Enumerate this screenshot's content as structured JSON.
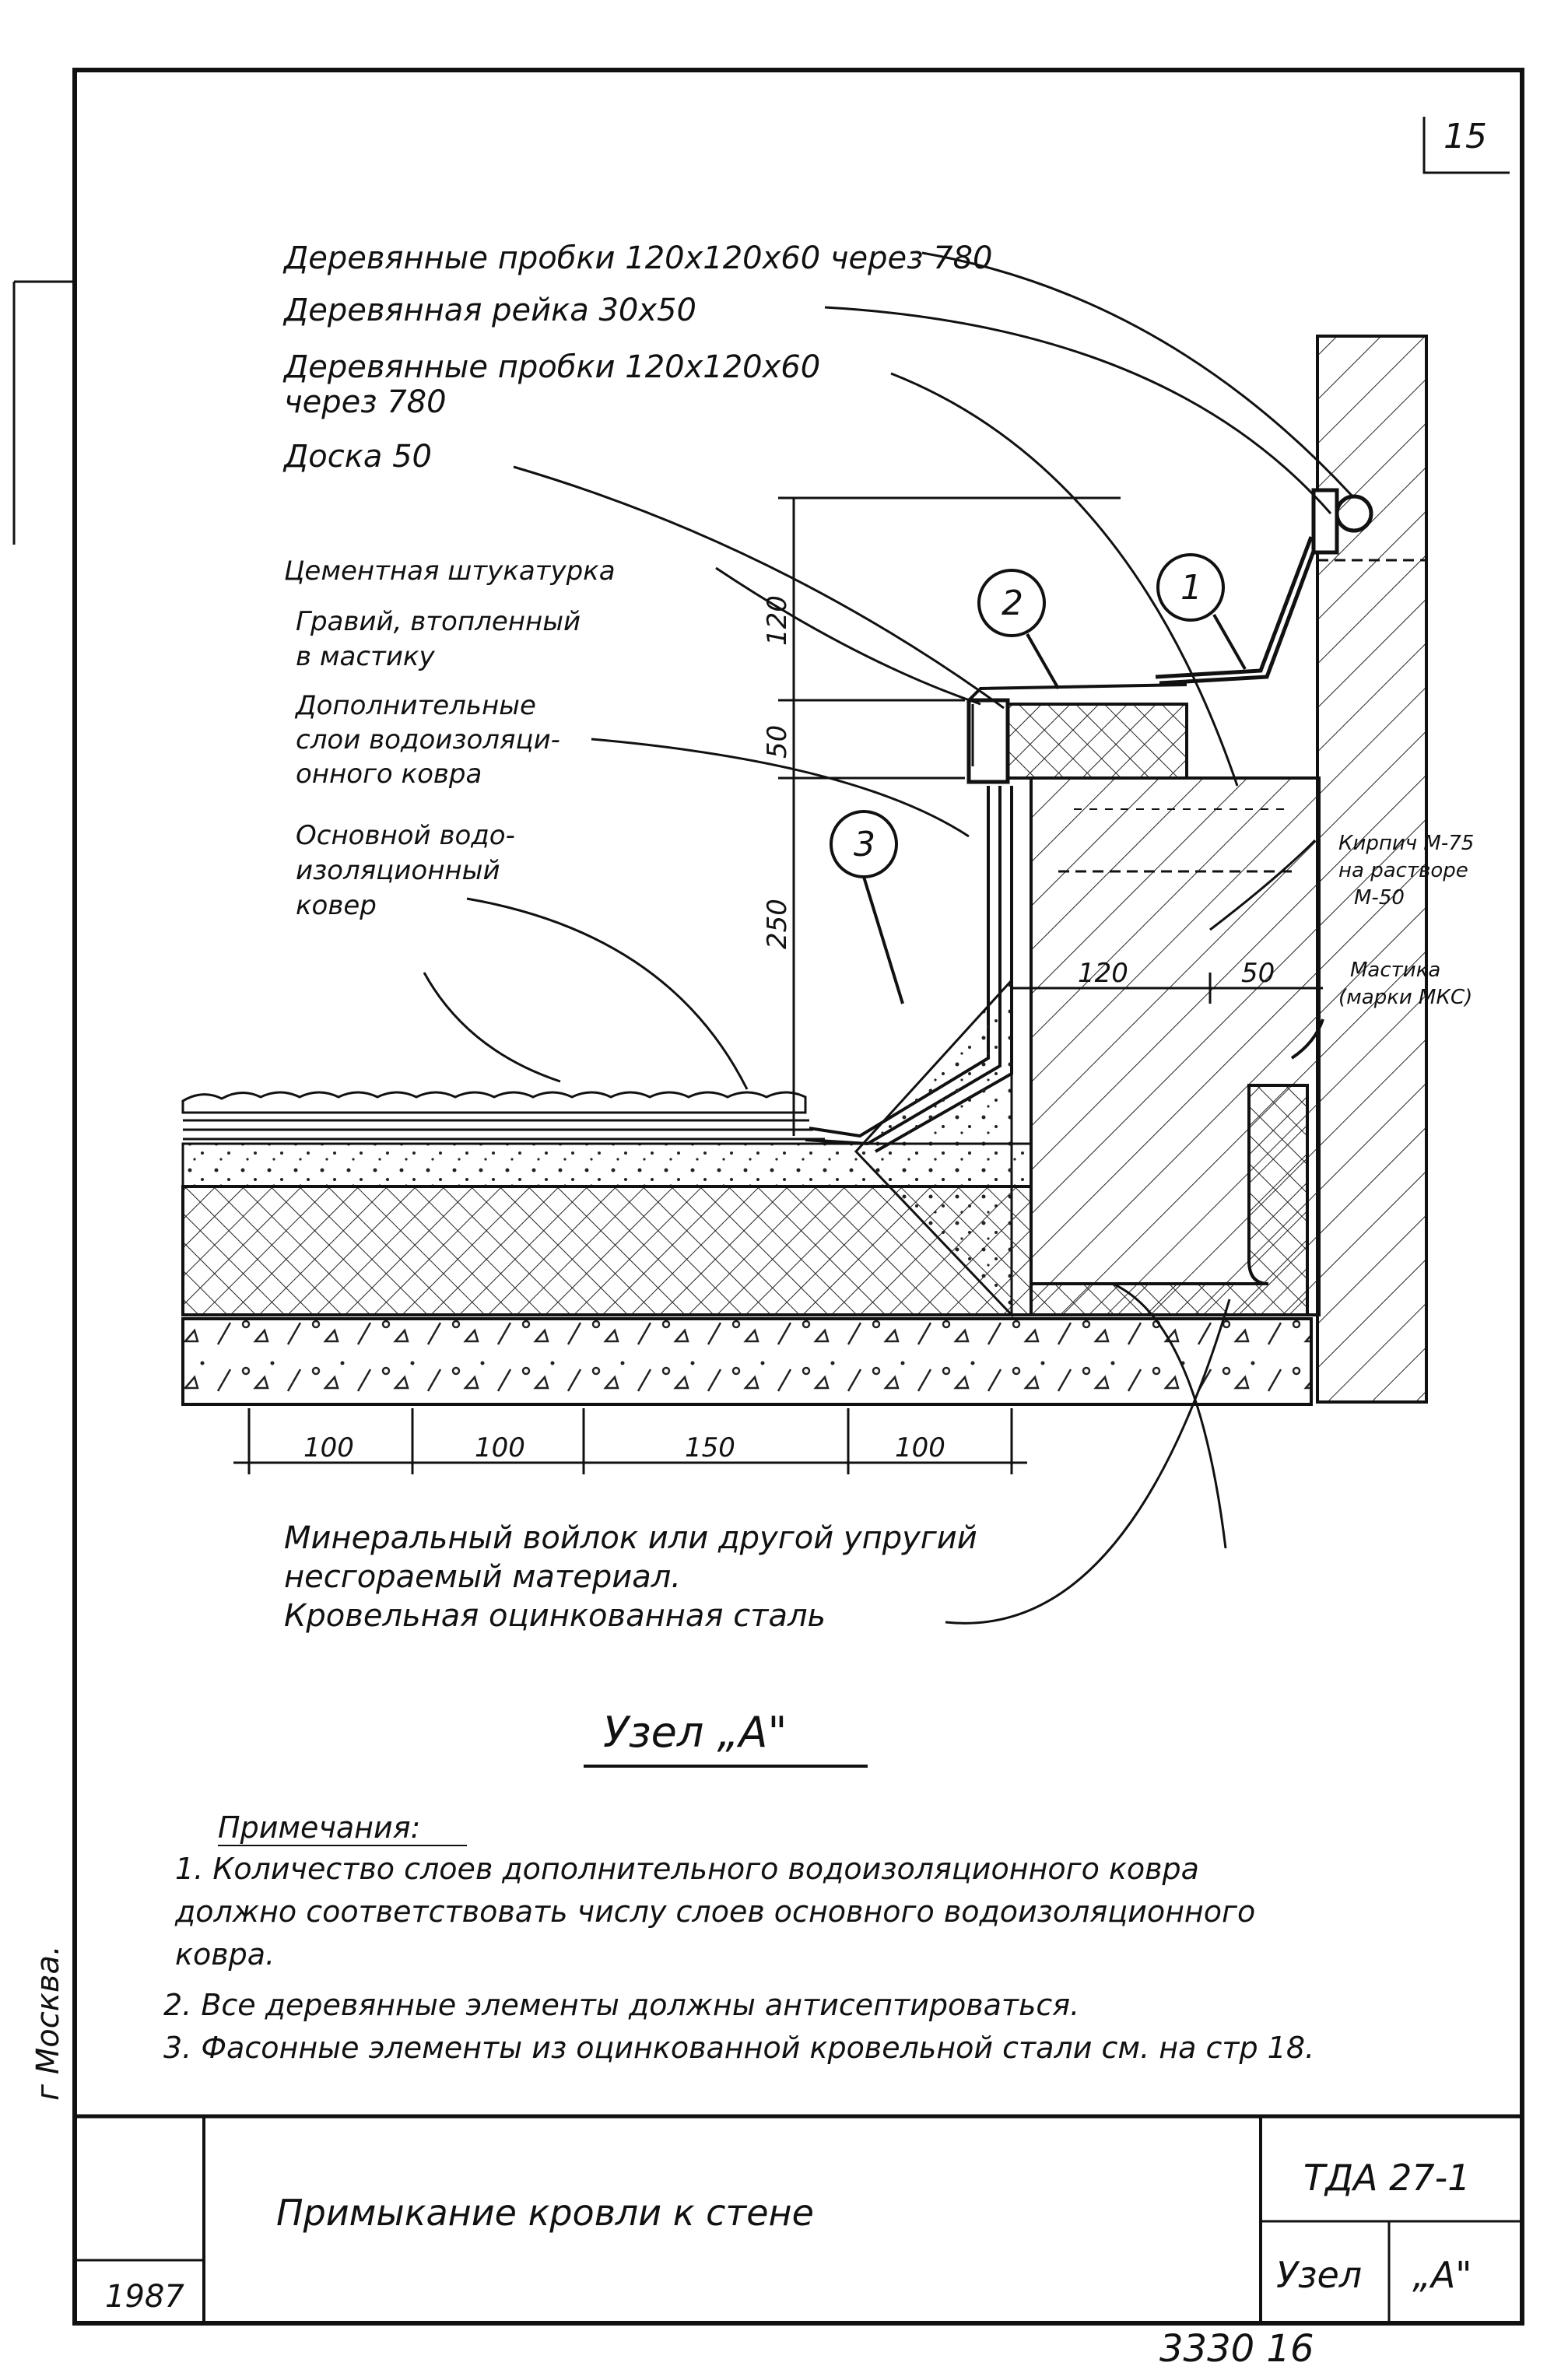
{
  "sheet_number": "15",
  "labels": {
    "wood_plugs_top": "Деревянные пробки 120х120х60 через 780",
    "wood_rail": "Деревянная рейка 30х50",
    "wood_plugs_2_line1": "Деревянные пробки 120х120х60",
    "wood_plugs_2_line2": "через 780",
    "board": "Доска 50",
    "cement_plaster": "Цементная штукатурка",
    "gravel_line1": "Гравий, втопленный",
    "gravel_line2": "в мастику",
    "extra_layers_line1": "Дополнительные",
    "extra_layers_line2": "слои водоизоляци-",
    "extra_layers_line3": "онного ковра",
    "main_carpet_line1": "Основной водо-",
    "main_carpet_line2": "изоляционный",
    "main_carpet_line3": "ковер",
    "brick_line1": "Кирпич М-75",
    "brick_line2": "на растворе",
    "brick_line3": "М-50",
    "mastic_line1": "Мастика",
    "mastic_line2": "(марки МКС)",
    "mineral_line1": "Минеральный войлок или другой упругий",
    "mineral_line2": "несгораемый материал.",
    "roof_steel": "Кровельная оцинкованная сталь"
  },
  "callouts": [
    "1",
    "2",
    "3"
  ],
  "dimensions": {
    "vertical": [
      "120",
      "50",
      "250"
    ],
    "horizontal_wall": [
      "120",
      "50"
    ],
    "bottom": [
      "100",
      "100",
      "150",
      "100"
    ]
  },
  "node_title": "Узел „А\"",
  "notes": {
    "heading": "Примечания:",
    "items": [
      "1. Количество слоев дополнительного водоизоляционного ковра должно соответствовать числу слоев основного водоизоляционного ковра.",
      "2. Все деревянные элементы должны антисептироваться.",
      "3. Фасонные элементы из оцинкованной кровельной стали см. на стр 18."
    ],
    "item1_line1": "1. Количество слоев дополнительного водоизоляционного ковра",
    "item1_line2": "должно соответствовать числу слоев основного водоизоляционного",
    "item1_line3": "ковра.",
    "item2": "2. Все деревянные элементы должны антисептироваться.",
    "item3": "3. Фасонные элементы из оцинкованной кровельной стали см. на стр 18."
  },
  "title_block": {
    "title": "Примыкание кровли к стене",
    "code": "ТДА 27-1",
    "node_label": "Узел",
    "node_value": "„А\"",
    "year": "1987"
  },
  "side_text": "г Москва.",
  "bottom_number": "3330 16"
}
